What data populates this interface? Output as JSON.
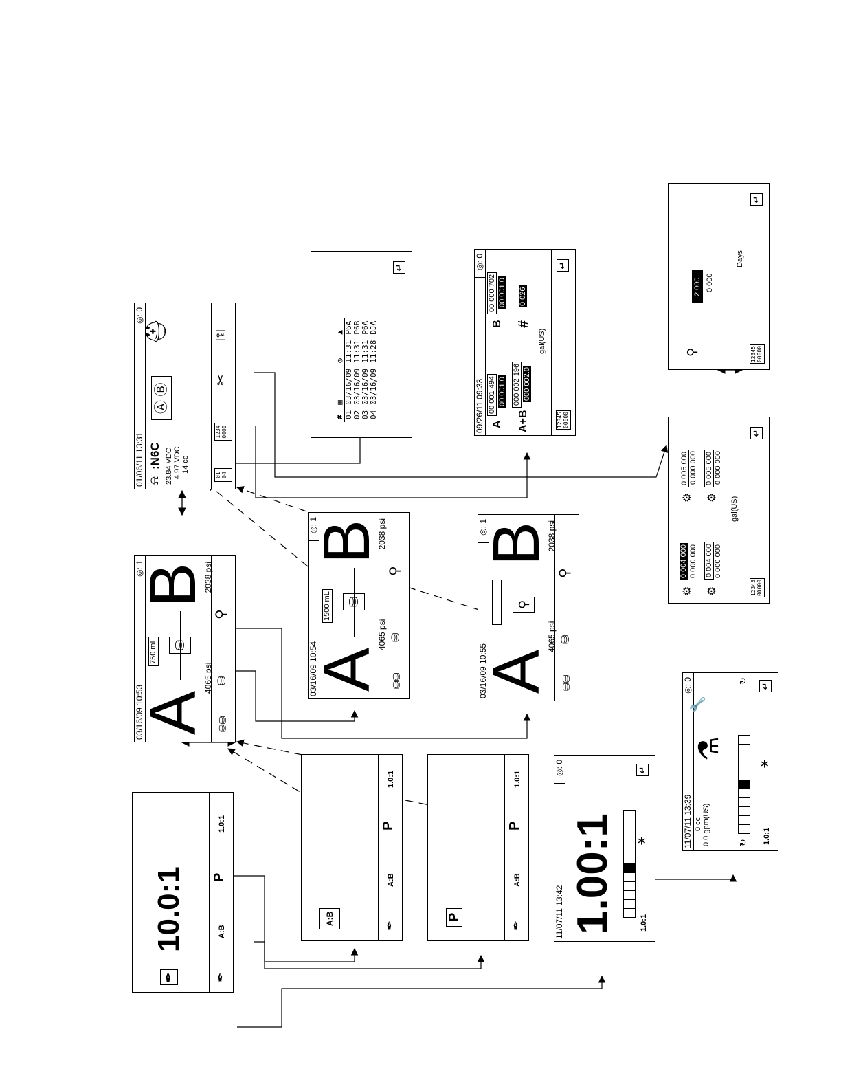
{
  "run_home": {
    "ratio": "10.0:1",
    "icons": [
      "spray-gun-icon",
      "ratio-check-icon",
      "pump-prime-icon",
      "ratio-setup-icon"
    ]
  },
  "pressure_main": {
    "datetime": "03/16/09 10:53",
    "counter_label": "◎:",
    "counter": "1",
    "letter_a": "A",
    "letter_b": "B",
    "pressure_a": "4065 psi",
    "pressure_b": "2038 psi",
    "volume": "750 mL"
  },
  "pressure_dispense": {
    "datetime": "03/16/09 10:54",
    "counter_label": "◎:",
    "counter": "1",
    "letter_a": "A",
    "letter_b": "B",
    "pressure_a": "4065 psi",
    "pressure_b": "2038 psi",
    "volume": "1500 mL"
  },
  "pressure_recirc": {
    "datetime": "03/16/09 10:55",
    "counter_label": "◎:",
    "counter": "1",
    "letter_a": "A",
    "letter_b": "B",
    "pressure_a": "4065 psi",
    "pressure_b": "2038 psi"
  },
  "ratio_check_screen": {
    "label": "A:B"
  },
  "prime_screen": {
    "label": "P"
  },
  "ratio_setup": {
    "datetime": "11/07/11 13:42",
    "counter_label": "◎:",
    "counter": "0",
    "ratio": "1.00:1",
    "bar_label": "1.0:1",
    "bar_filled_segment": 5,
    "bar_segments": 12
  },
  "maintenance": {
    "datetime": "11/07/11 13:39",
    "counter_label": "◎:",
    "counter": "0",
    "line1": "0 cc",
    "line2": "0.0 gpm(US)",
    "bar_label": "1.0:1",
    "bar_filled_segment": 5,
    "bar_segments": 11
  },
  "status": {
    "datetime": "01/06/11 13:31",
    "counter_label": "◎:",
    "counter": "0",
    "code": ":N6C",
    "voltage1": "23.84 VDC",
    "voltage2": "4.97 VDC",
    "volume": "14 cc",
    "small_label": "1234",
    "small_label2": "0000",
    "err_label": "01",
    "err_label2": "04"
  },
  "error_log": {
    "headers": [
      "#",
      "▦",
      "◷",
      "▲"
    ],
    "rows": [
      [
        "01",
        "03/16/09",
        "11:31",
        "P6A"
      ],
      [
        "02",
        "03/16/09",
        "11:31",
        "P6B"
      ],
      [
        "03",
        "03/16/09",
        "11:31",
        "P6A"
      ],
      [
        "04",
        "03/16/09",
        "11:28",
        "DJA"
      ]
    ]
  },
  "totals": {
    "datetime": "09/26/11 09:33",
    "counter_label": "◎:",
    "counter": "0",
    "label_a": "A",
    "label_b": "B",
    "label_ab": "A+B",
    "label_hash": "#",
    "a_total": "00 001 494",
    "a_reset": "00 001.0",
    "b_total": "00 000 702",
    "b_reset": "00 001.0",
    "ab_total": "000 002 196",
    "ab_reset": "000 002.0",
    "batch": "0 026",
    "units": "gal(US)",
    "counter_icon_top": "12345",
    "counter_icon_bottom": "00000"
  },
  "service_intervals": {
    "a1": "0 004 000",
    "a2": "0 000 000",
    "a3": "0 004 000",
    "a4": "0 000 000",
    "b1": "0 005 000",
    "b2": "0 000 000",
    "b3": "0 005 000",
    "b4": "0 000 000",
    "units": "gal(US)",
    "counter_icon_top": "12345",
    "counter_icon_bottom": "00000"
  },
  "days_screen": {
    "value_sel": "2 000",
    "value2": "0 000",
    "units": "Days",
    "counter_icon_top": "12345",
    "counter_icon_bottom": "00000"
  }
}
